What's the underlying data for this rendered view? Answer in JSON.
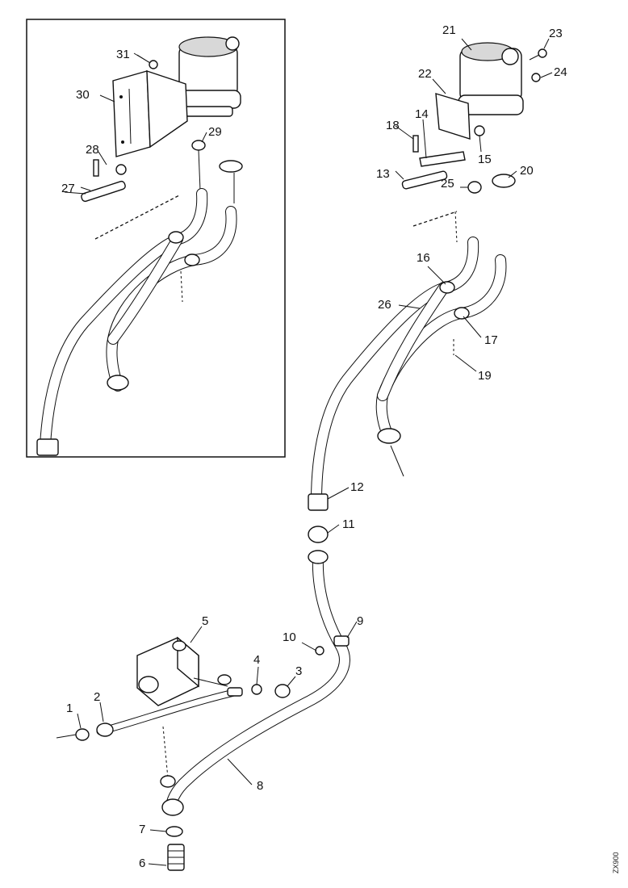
{
  "callouts": [
    "1",
    "2",
    "3",
    "4",
    "5",
    "6",
    "7",
    "8",
    "9",
    "10",
    "11",
    "12",
    "13",
    "14",
    "15",
    "16",
    "17",
    "18",
    "19",
    "20",
    "21",
    "22",
    "23",
    "24",
    "25",
    "26",
    "27",
    "28",
    "29",
    "30",
    "31"
  ],
  "figure_id": "ZX900"
}
